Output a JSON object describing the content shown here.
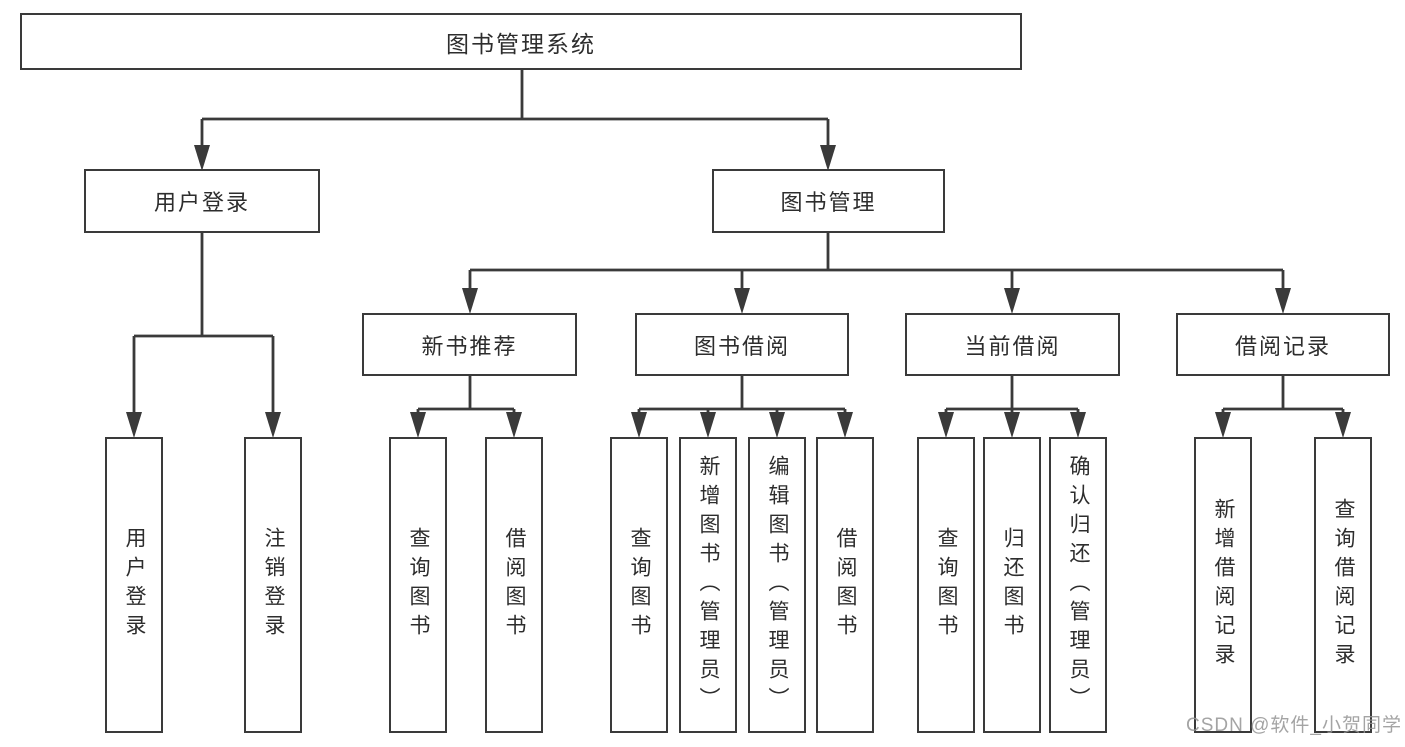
{
  "diagram": {
    "root": {
      "label": "图书管理系统",
      "children": [
        {
          "label": "用户登录",
          "children": [
            {
              "label": "用户登录"
            },
            {
              "label": "注销登录"
            }
          ]
        },
        {
          "label": "图书管理",
          "children": [
            {
              "label": "新书推荐",
              "children": [
                {
                  "label": "查询图书"
                },
                {
                  "label": "借阅图书"
                }
              ]
            },
            {
              "label": "图书借阅",
              "children": [
                {
                  "label": "查询图书"
                },
                {
                  "label": "新增图书（管理员）"
                },
                {
                  "label": "编辑图书（管理员）"
                },
                {
                  "label": "借阅图书"
                }
              ]
            },
            {
              "label": "当前借阅",
              "children": [
                {
                  "label": "查询图书"
                },
                {
                  "label": "归还图书"
                },
                {
                  "label": "确认归还（管理员）"
                }
              ]
            },
            {
              "label": "借阅记录",
              "children": [
                {
                  "label": "新增借阅记录"
                },
                {
                  "label": "查询借阅记录"
                }
              ]
            }
          ]
        }
      ]
    }
  },
  "watermark": {
    "text": "CSDN @软件_小贺同学"
  },
  "colors": {
    "line": "#3a3a3a",
    "text": "#2d2d2d",
    "box_background": "#ffffff",
    "watermark": "#949494"
  }
}
